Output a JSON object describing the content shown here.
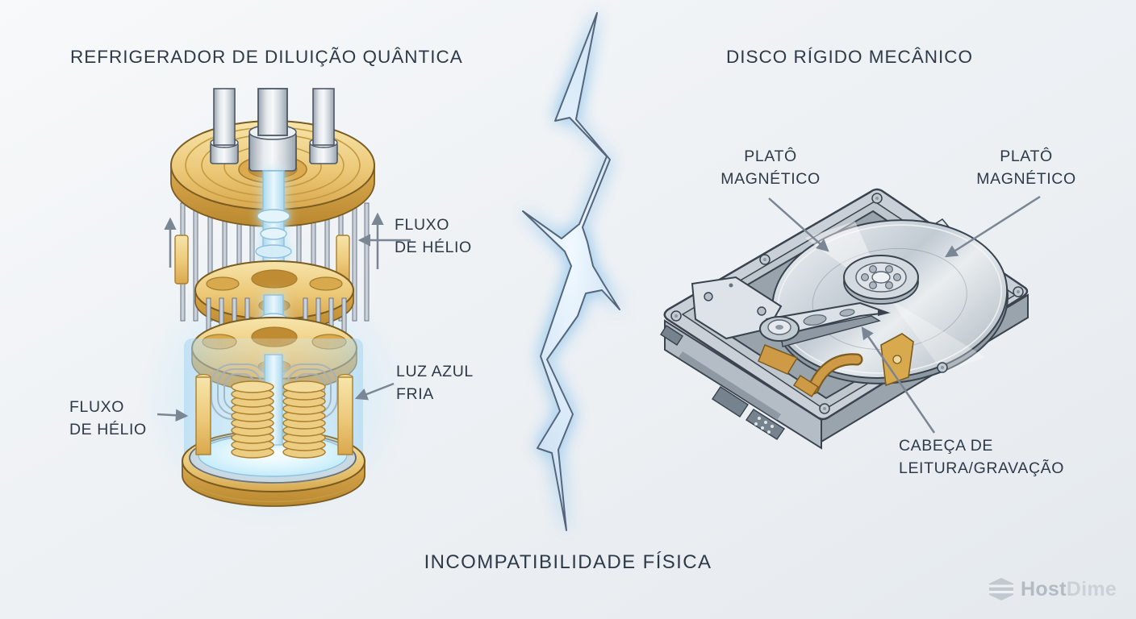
{
  "titles": {
    "left": "REFRIGERADOR DE DILUIÇÃO QUÂNTICA",
    "right": "DISCO RÍGIDO MECÂNICO"
  },
  "refrigerator_labels": {
    "helium_flow_upper": "FLUXO\nDE HÉLIO",
    "cold_blue_light": "LUZ AZUL\nFRIA",
    "helium_flow_lower": "FLUXO\nDE HÉLIO"
  },
  "hdd_labels": {
    "platter_left": "PLATÔ\nMAGNÉTICO",
    "platter_right": "PLATÔ\nMAGNÉTICO",
    "read_write_head": "CABEÇA DE\nLEITURA/GRAVAÇÃO"
  },
  "caption": {
    "text": "INCOMPATIBILIDADE FÍSICA"
  },
  "watermark": {
    "host": "Host",
    "dime": "Dime"
  },
  "colors": {
    "text": "#2e3a48",
    "gold": "#e7bd65",
    "metal": "#c9d0d7",
    "bolt_fill": "#cfe2f4",
    "glow_blue": "#bfe3f7",
    "arrow": "#7b8694",
    "watermark_host": "#b2bac2",
    "watermark_dime": "#ccd1d7"
  }
}
